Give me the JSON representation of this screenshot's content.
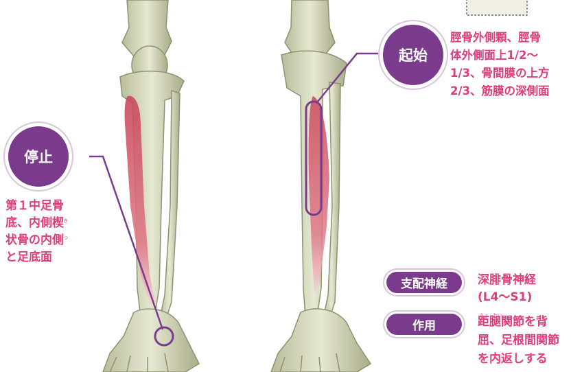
{
  "colors": {
    "accent_purple": "#7b3b8c",
    "text_pink": "#e03c7a",
    "muscle_red": "#d2475f",
    "bone": "#d9dcc0"
  },
  "insertion": {
    "badge": "停止",
    "lines": [
      "第１中足骨",
      "底、内側楔",
      "状骨の内側",
      "と足底面"
    ],
    "ruby": "きつ"
  },
  "origin": {
    "badge": "起始",
    "lines": [
      "脛骨外側顆、脛骨",
      "体外側面上1/2～",
      "1/3、骨間膜の上方",
      "2/3、筋膜の深側面"
    ]
  },
  "nerve": {
    "label": "支配神経",
    "lines": [
      "深腓骨神経",
      "(L4～S1)"
    ]
  },
  "action": {
    "label": "作用",
    "lines": [
      "距腿関節を背",
      "屈、足根間関節",
      "を内返しする"
    ],
    "ruby_1": "きょ",
    "ruby_2": "たい"
  }
}
